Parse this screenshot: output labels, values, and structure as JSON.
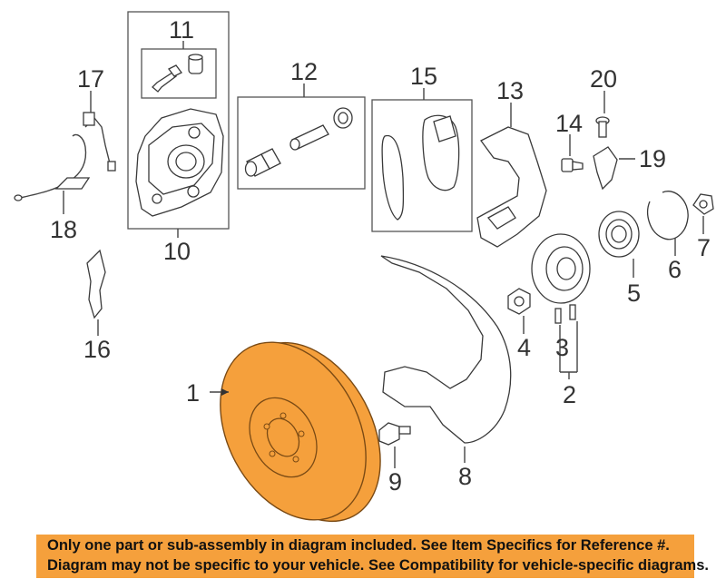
{
  "callouts": {
    "c1": "1",
    "c2": "2",
    "c3": "3",
    "c4": "4",
    "c5": "5",
    "c6": "6",
    "c7": "7",
    "c8": "8",
    "c9": "9",
    "c10": "10",
    "c11": "11",
    "c12": "12",
    "c13": "13",
    "c14": "14",
    "c15": "15",
    "c16": "16",
    "c17": "17",
    "c18": "18",
    "c19": "19",
    "c20": "20"
  },
  "highlight_color": "#f5a03c",
  "banner": {
    "line1": "Only one part or sub-assembly in diagram included. See Item Specifics for Reference #.",
    "line2": "Diagram may not be specific to your vehicle. See Compatibility for vehicle-specific diagrams."
  }
}
